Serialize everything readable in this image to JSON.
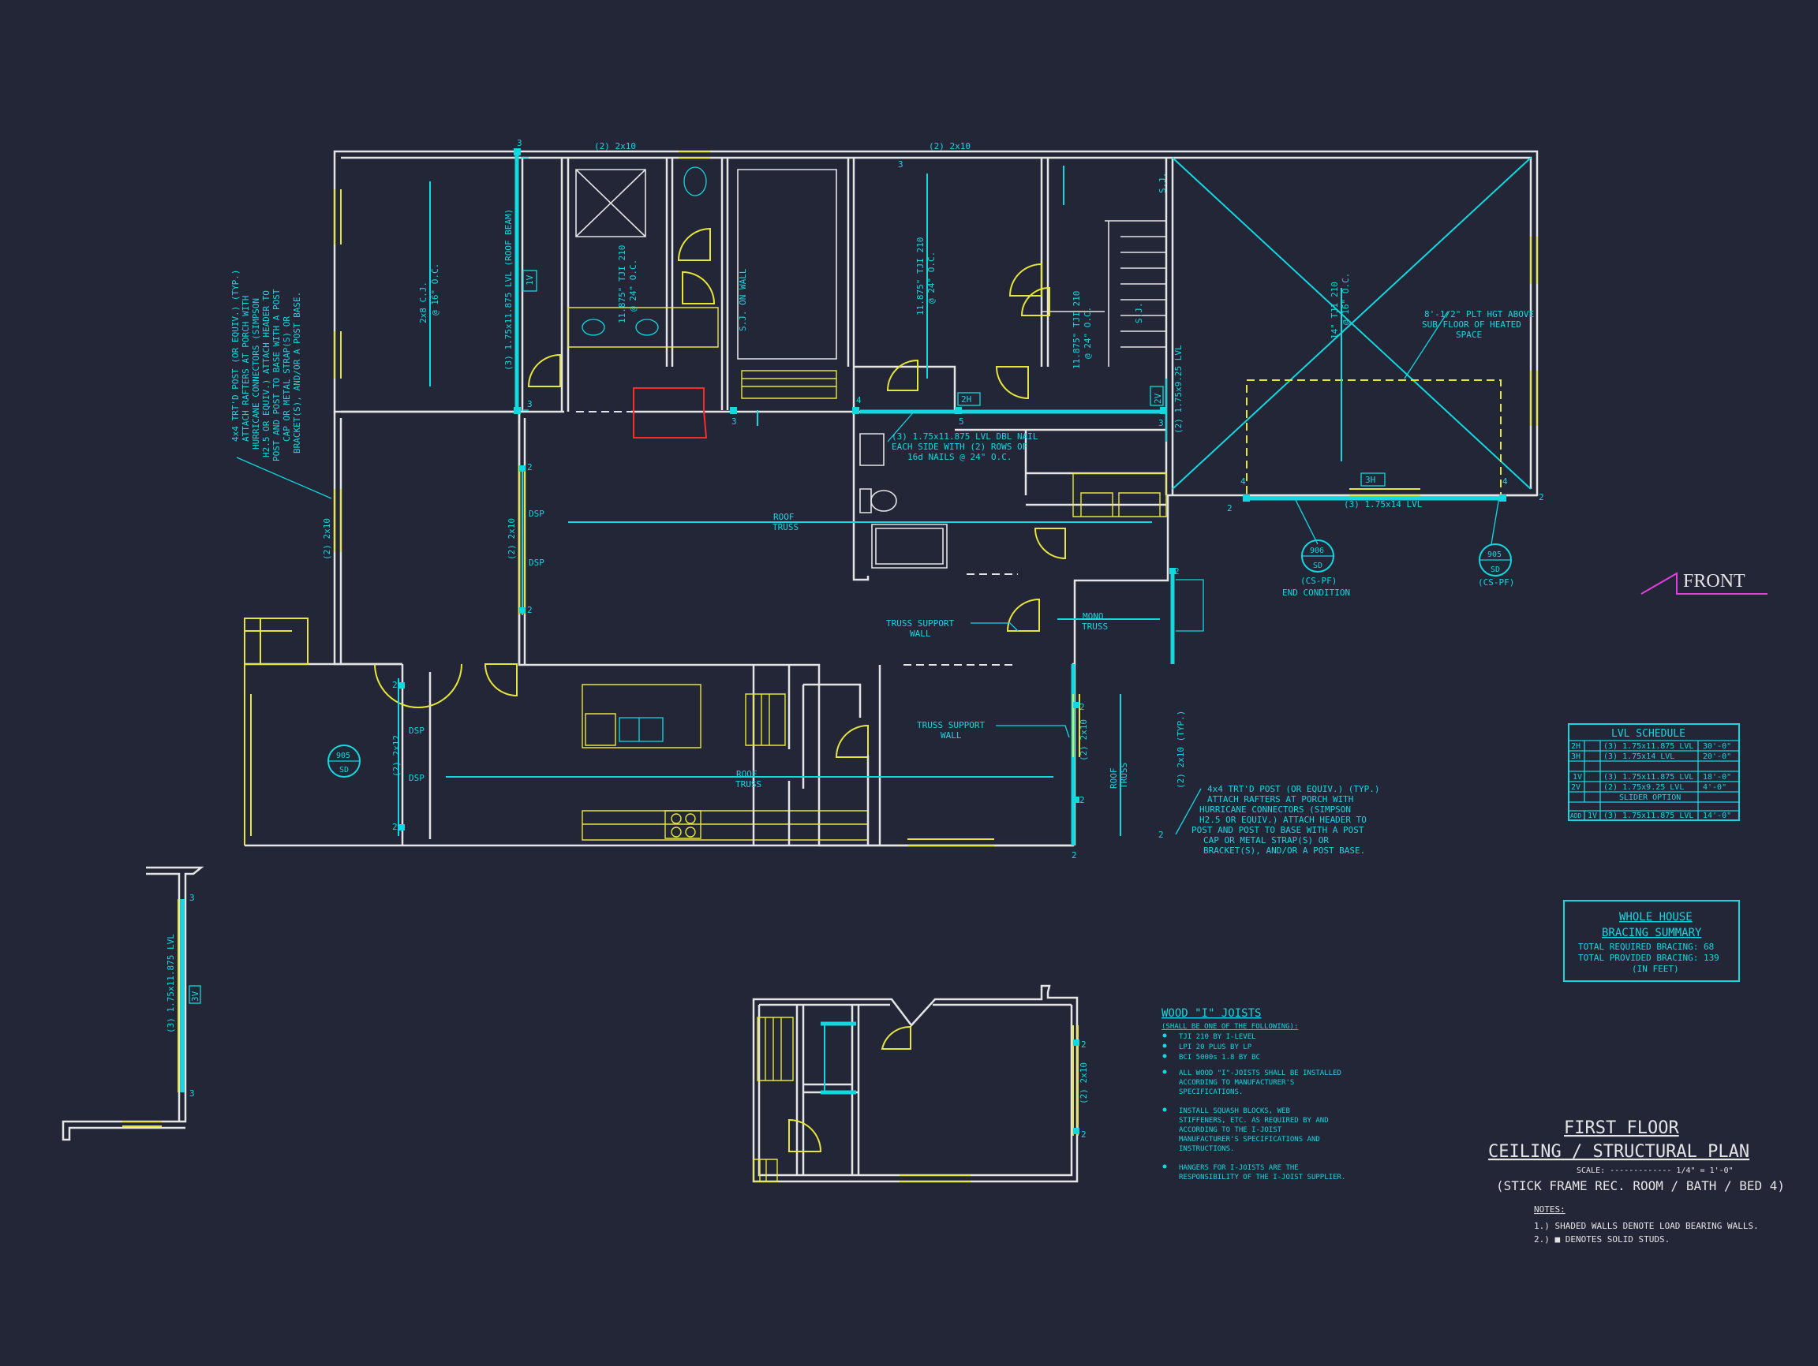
{
  "title": {
    "line1": "FIRST FLOOR",
    "line2": "CEILING / STRUCTURAL PLAN",
    "scale": "SCALE: ------------- 1/4\" = 1'-0\"",
    "subtitle": "(STICK FRAME REC. ROOM / BATH / BED 4)"
  },
  "notes": {
    "heading": "NOTES:",
    "items": [
      "1.) SHADED WALLS DENOTE LOAD BEARING WALLS.",
      "2.)  ■  DENOTES SOLID STUDS."
    ]
  },
  "front_marker": "FRONT",
  "lvl_schedule": {
    "title": "LVL SCHEDULE",
    "rows": [
      {
        "tag": "",
        "id": "2H",
        "member": "(3) 1.75x11.875 LVL",
        "length": "30'-0\""
      },
      {
        "tag": "",
        "id": "3H",
        "member": "(3) 1.75x14 LVL",
        "length": "20'-0\""
      },
      {
        "tag": "",
        "id": "1V",
        "member": "(3) 1.75x11.875 LVL",
        "length": "18'-0\""
      },
      {
        "tag": "",
        "id": "2V",
        "member": "(2) 1.75x9.25 LVL",
        "length": "4'-0\""
      },
      {
        "tag": "",
        "id": "",
        "member": "SLIDER OPTION",
        "length": ""
      },
      {
        "tag": "ADD",
        "id": "1V",
        "member": "(3) 1.75x11.875 LVL",
        "length": "14'-0\""
      }
    ]
  },
  "bracing": {
    "title1": "WHOLE HOUSE",
    "title2": "BRACING SUMMARY",
    "required": "TOTAL REQUIRED BRACING: 68",
    "provided": "TOTAL PROVIDED BRACING: 139",
    "unit": "(IN FEET)"
  },
  "joists": {
    "heading": "WOOD \"I\" JOISTS",
    "sub": "(SHALL BE ONE OF THE FOLLOWING):",
    "brands": [
      "TJI 210 BY I-LEVEL",
      "LPI 20 PLUS BY LP",
      "BCI 5000s 1.8 BY BC"
    ],
    "notes": [
      [
        "ALL WOOD \"I\"-JOISTS SHALL BE INSTALLED",
        "ACCORDING TO MANUFACTURER'S",
        "SPECIFICATIONS."
      ],
      [
        "INSTALL SQUASH BLOCKS, WEB",
        "STIFFENERS, ETC. AS REQUIRED BY AND",
        "ACCORDING TO THE I-JOIST",
        "MANUFACTURER'S SPECIFICATIONS AND",
        "INSTRUCTIONS."
      ],
      [
        "HANGERS FOR I-JOISTS ARE THE",
        "RESPONSIBILITY OF THE I-JOIST SUPPLIER."
      ]
    ]
  },
  "left_note": [
    "4x4 TRT'D POST (OR EQUIV.) (TYP.)",
    "ATTACH RAFTERS AT PORCH WITH",
    "HURRICANE CONNECTORS (SIMPSON",
    "H2.5 OR EQUIV.) ATTACH HEADER TO",
    "POST AND POST TO BASE WITH A POST",
    "CAP OR METAL STRAP(S) OR",
    "BRACKET(S), AND/OR A POST BASE."
  ],
  "right_note": [
    "4x4 TRT'D POST (OR EQUIV.) (TYP.)",
    "ATTACH RAFTERS AT PORCH WITH",
    "HURRICANE CONNECTORS (SIMPSON",
    "H2.5 OR EQUIV.) ATTACH HEADER TO",
    "POST AND POST TO BASE WITH A POST",
    "CAP OR METAL STRAP(S) OR",
    "BRACKET(S), AND/OR A POST BASE."
  ],
  "lvl_callout": [
    "(3) 1.75x11.875 LVL DBL NAIL",
    "EACH SIDE WITH (2) ROWS OF",
    "16d NAILS @ 24\" O.C."
  ],
  "plt_note": [
    "8'-1/2\" PLT HGT ABOVE",
    "SUB FLOOR OF HEATED",
    "SPACE"
  ],
  "labels": {
    "2x10": "(2) 2x10",
    "2x12": "(2) 2x12",
    "2x10_typ": "(2) 2x10 (TYP.)",
    "2x8": "2x8 C.J.",
    "at16": "@ 16\" O.C.",
    "tji": "11.875\" TJI 210",
    "tji14": "14\" TJI 210",
    "at24": "@ 24\" O.C.",
    "roof_beam": "(3) 1.75x11.875 LVL (ROOF BEAM)",
    "lvl14": "(3) 1.75x14 LVL",
    "lvl925": "(2) 1.75x9.25 LVL",
    "lvl11875": "(3) 1.75x11.875 LVL",
    "roof": "ROOF",
    "truss": "TRUSS",
    "mono": "MONO",
    "truss_support": "TRUSS SUPPORT",
    "wall": "WALL",
    "dsp": "DSP",
    "sj_wall": "S.J. ON WALL",
    "sj": "S.J.",
    "tag_1v": "1V",
    "tag_2h": "2H",
    "tag_3h": "3H",
    "tag_2v": "2V",
    "tag_3v": "3V",
    "sec_906": "906",
    "sec_905": "905",
    "sd": "SD",
    "cspf": "(CS-PF)",
    "end_cond": "END CONDITION",
    "n2": "2",
    "n3": "3",
    "n4": "4",
    "n5": "5"
  },
  "colors": {
    "background": "#232637",
    "walls": "#e4e4e4",
    "structure": "#12d8e0",
    "fixtures": "#e6e63a",
    "fireplace": "#ff2a2a",
    "front": "#e040e0"
  }
}
